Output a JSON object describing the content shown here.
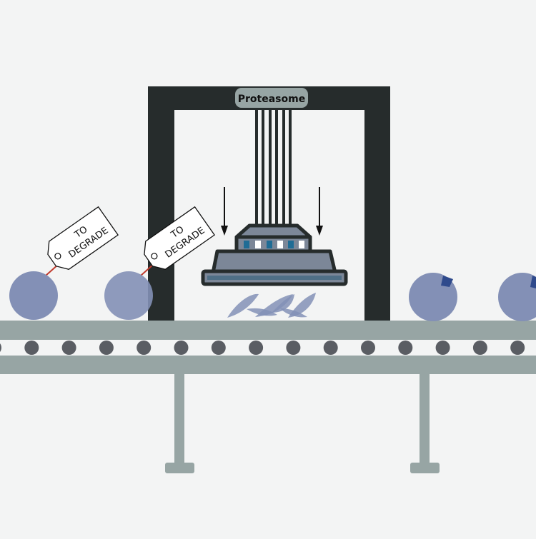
{
  "machine_label": "Proteasome",
  "tags": [
    {
      "line1": "TO",
      "line2": "DEGRADE"
    },
    {
      "line1": "TO",
      "line2": "DEGRADE"
    }
  ],
  "colors": {
    "background": "#f3f4f4",
    "frame": "#262c2c",
    "belt": "#97a5a4",
    "roller": "#5a5d63",
    "protein": "#8390b6",
    "protein_dark": "#2f4a8c",
    "press_body": "#7c8798",
    "press_slot": "#1f6c95",
    "tag_string": "#c0392b",
    "label_bg": "#97a5a4"
  },
  "icons": [
    "down-arrow-icon",
    "down-arrow-icon"
  ]
}
